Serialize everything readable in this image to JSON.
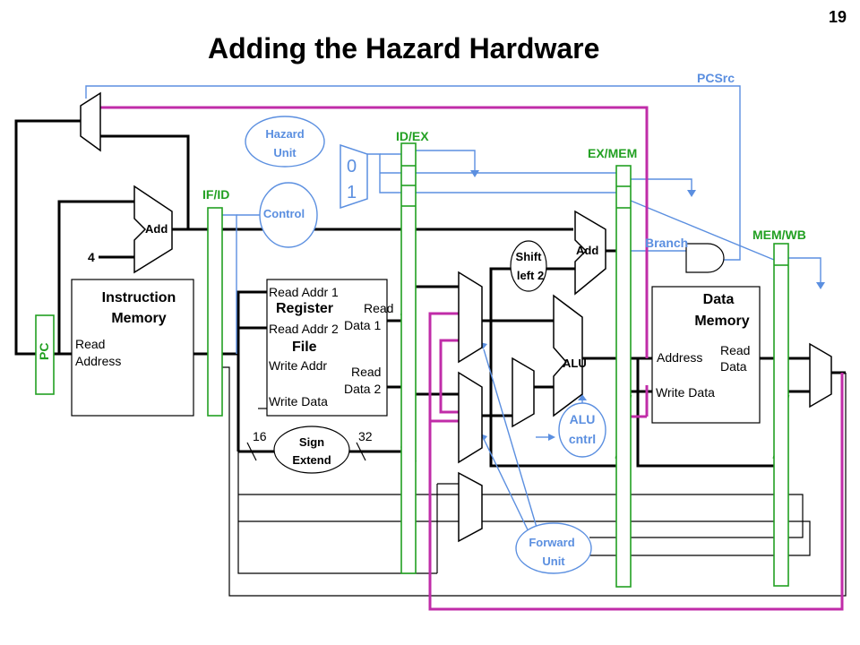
{
  "slide": {
    "title": "Adding the Hazard Hardware",
    "page_number": "19"
  },
  "labels": {
    "pcsrc": "PCSrc",
    "hazard_unit_line1": "Hazard",
    "hazard_unit_line2": "Unit",
    "control": "Control",
    "id_ex": "ID/EX",
    "if_id": "IF/ID",
    "ex_mem": "EX/MEM",
    "mem_wb": "MEM/WB",
    "branch": "Branch",
    "mux_zero": "0",
    "mux_one": "1",
    "add_pc": "Add",
    "four": "4",
    "add_branch": "Add",
    "shift_line1": "Shift",
    "shift_line2": "left 2",
    "pc": "PC",
    "instruction_memory_line1": "Instruction",
    "instruction_memory_line2": "Memory",
    "read_address_line1": "Read",
    "read_address_line2": "Address",
    "read_addr_1": "Read Addr 1",
    "register": "Register",
    "read_addr_2": "Read Addr 2",
    "file": "File",
    "write_addr": "Write Addr",
    "write_data_reg": "Write Data",
    "read_data_1_line1": "Read",
    "read_data_1_line2": "Data 1",
    "read_data_2_line1": "Read",
    "read_data_2_line2": "Data 2",
    "sign_extend_line1": "Sign",
    "sign_extend_line2": "Extend",
    "width_16": "16",
    "width_32": "32",
    "alu": "ALU",
    "alu_cntrl_line1": "ALU",
    "alu_cntrl_line2": "cntrl",
    "data_memory_line1": "Data",
    "data_memory_line2": "Memory",
    "address": "Address",
    "read_data_line1": "Read",
    "read_data_line2": "Data",
    "write_data_mem": "Write Data",
    "forward_unit_line1": "Forward",
    "forward_unit_line2": "Unit"
  },
  "colors": {
    "datapath": "#000000",
    "control_signals": "#5b8fe0",
    "pipeline_registers": "#22a022",
    "hazard_paths": "#c02ca8"
  }
}
